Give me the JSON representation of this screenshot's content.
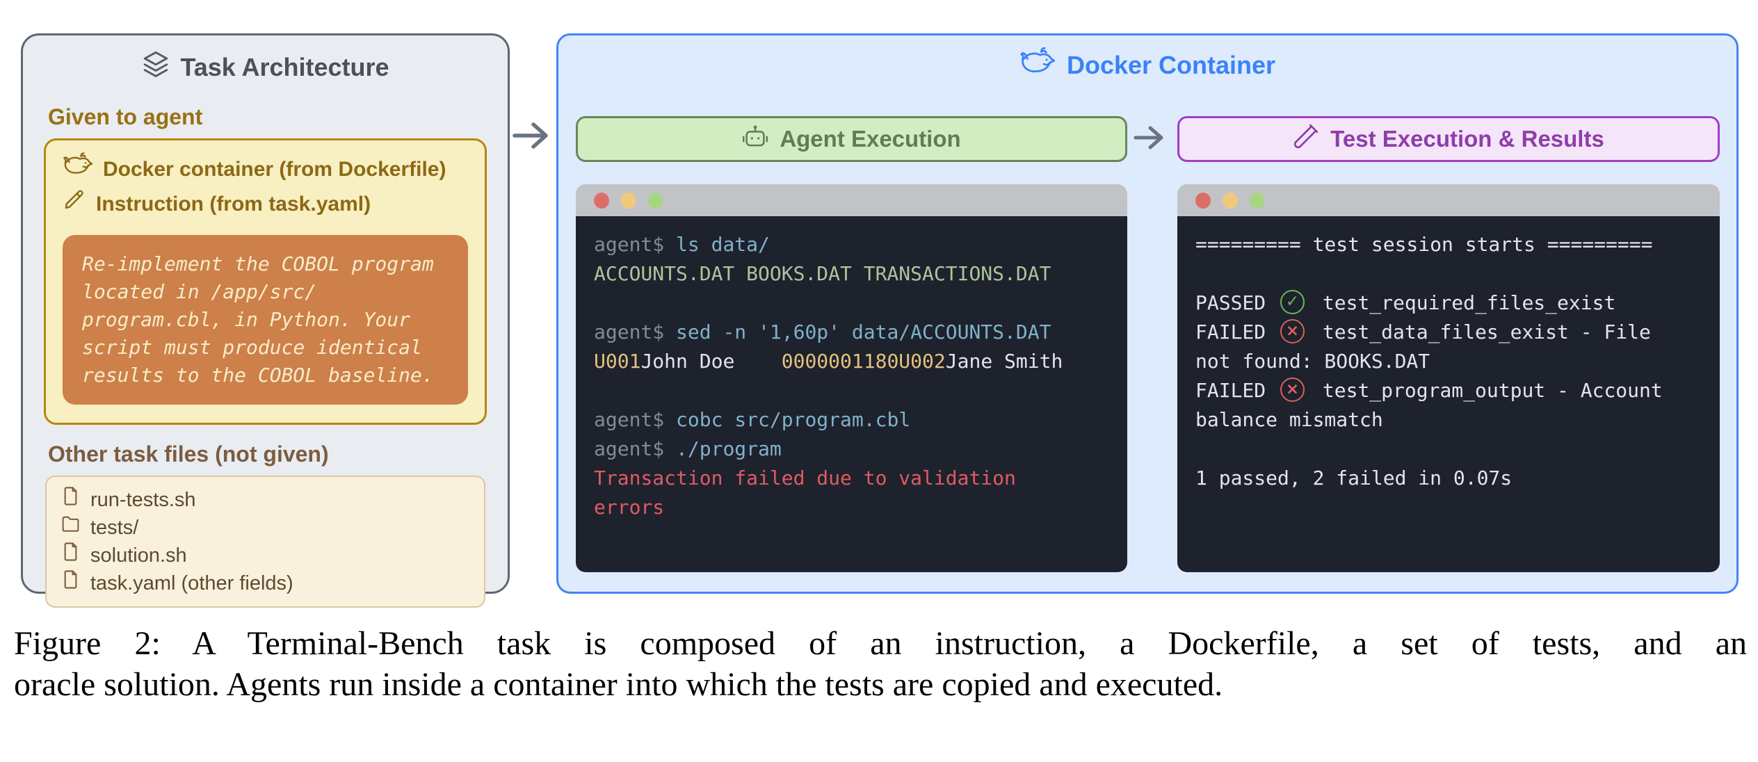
{
  "task_panel": {
    "title": "Task Architecture",
    "given_heading": "Given to agent",
    "given_items": [
      {
        "icon": "docker-whale-icon",
        "label": "Docker container (from Dockerfile)"
      },
      {
        "icon": "pencil-icon",
        "label": "Instruction (from task.yaml)"
      }
    ],
    "instruction_lines": [
      "Re-implement the COBOL program",
      "located in /app/src/",
      "program.cbl, in Python. Your",
      "script must produce identical",
      "results to the COBOL baseline."
    ],
    "other_heading": "Other task files (not given)",
    "other_files": [
      {
        "icon": "file-icon",
        "name": "run-tests.sh"
      },
      {
        "icon": "folder-icon",
        "name": "tests/"
      },
      {
        "icon": "file-icon",
        "name": "solution.sh"
      },
      {
        "icon": "file-icon",
        "name": "task.yaml (other fields)"
      }
    ]
  },
  "docker_panel": {
    "title": "Docker Container",
    "agent_header": "Agent Execution",
    "test_header": "Test Execution & Results"
  },
  "agent_terminal": {
    "lines": [
      [
        {
          "c": "prompt",
          "t": "agent$ "
        },
        {
          "c": "cmd",
          "t": "ls data/"
        }
      ],
      [
        {
          "c": "out",
          "t": "ACCOUNTS.DAT BOOKS.DAT TRANSACTIONS.DAT"
        }
      ],
      [],
      [
        {
          "c": "prompt",
          "t": "agent$ "
        },
        {
          "c": "cmd",
          "t": "sed -n '1,60p' data/ACCOUNTS.DAT"
        }
      ],
      [
        {
          "c": "data",
          "t": "U001"
        },
        {
          "c": "text",
          "t": "John Doe    "
        },
        {
          "c": "data",
          "t": "0000001180U002"
        },
        {
          "c": "text",
          "t": "Jane Smith"
        }
      ],
      [],
      [
        {
          "c": "prompt",
          "t": "agent$ "
        },
        {
          "c": "cmd",
          "t": "cobc src/program.cbl"
        }
      ],
      [
        {
          "c": "prompt",
          "t": "agent$ "
        },
        {
          "c": "cmd",
          "t": "./program"
        }
      ],
      [
        {
          "c": "err",
          "t": "Transaction failed due to validation"
        }
      ],
      [
        {
          "c": "err",
          "t": "errors"
        }
      ]
    ]
  },
  "test_terminal": {
    "lines": [
      [
        {
          "c": "text",
          "t": "========= test session starts ========="
        }
      ],
      [],
      [
        {
          "c": "text",
          "t": "PASSED "
        },
        {
          "icon": "pass"
        },
        {
          "c": "text",
          "t": " test_required_files_exist"
        }
      ],
      [
        {
          "c": "text",
          "t": "FAILED "
        },
        {
          "icon": "fail"
        },
        {
          "c": "text",
          "t": " test_data_files_exist - File"
        }
      ],
      [
        {
          "c": "text",
          "t": "not found: BOOKS.DAT"
        }
      ],
      [
        {
          "c": "text",
          "t": "FAILED "
        },
        {
          "icon": "fail"
        },
        {
          "c": "text",
          "t": " test_program_output - Account"
        }
      ],
      [
        {
          "c": "text",
          "t": "balance mismatch"
        }
      ],
      [],
      [
        {
          "c": "text",
          "t": "1 passed, 2 failed in 0.07s"
        }
      ]
    ]
  },
  "terminal_colors": {
    "prompt": "#838a98",
    "cmd": "#7fb2cb",
    "out": "#adc49c",
    "data": "#e4c27e",
    "text": "#e2e5ec",
    "err": "#df5b64"
  },
  "status_colors": {
    "pass": "#68b95c",
    "fail": "#dd5f5f"
  },
  "status_glyphs": {
    "pass": "✓",
    "fail": "×"
  },
  "colors": {
    "accent_blue": "#3b82f6",
    "panel_gray_bg": "#e9edf2",
    "given_heading": "#9a7112",
    "other_heading": "#7d5c3e",
    "given_box_bg": "#f8efc2",
    "given_box_border": "#b8860b",
    "instruction_bg": "#cd8049",
    "instruction_text": "#f8ecca",
    "files_box_bg": "#f9f1dc",
    "agent_green_bg": "#d3edc3",
    "agent_green_text": "#5f7d55",
    "test_purple_bg": "#f4e5f9",
    "test_purple_text": "#8e3daa",
    "terminal_bg": "#1e222c",
    "terminal_titlebar": "#c2c3c7",
    "traffic_lights": [
      "#dc6e68",
      "#f0ca7b",
      "#a6d681"
    ],
    "arrow": "#6b7280"
  },
  "caption": {
    "lines": [
      "Figure 2: A Terminal-Bench task is composed of an instruction, a Dockerfile, a set of tests, and an",
      "oracle solution. Agents run inside a container into which the tests are copied and executed."
    ]
  }
}
